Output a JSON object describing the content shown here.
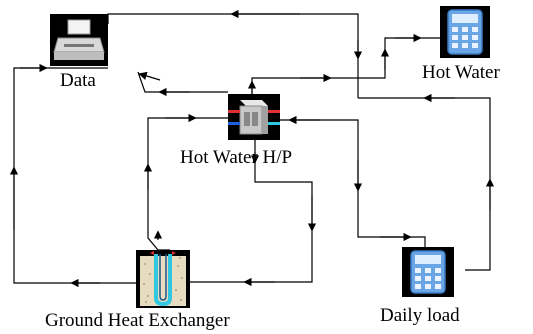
{
  "nodes": {
    "data": {
      "label": "Data",
      "icon": "printer-icon"
    },
    "hot_water": {
      "label": "Hot Water",
      "icon": "calculator-icon"
    },
    "heat_pump": {
      "label": "Hot Water H/P",
      "icon": "heat-pump-icon"
    },
    "daily_load": {
      "label": "Daily load",
      "icon": "calculator-icon"
    },
    "ground_heat_exchanger": {
      "label": "Ground Heat Exchanger",
      "icon": "ground-heat-exchanger-icon"
    }
  },
  "colors": {
    "line": "#000000",
    "icon_background": "#000000",
    "calculator_body": "#6aa6e6",
    "hot_pipe": "#e0302f",
    "cold_pipe": "#2060e0",
    "exchanger_pipe": "#30c8e0",
    "soil": "#e8dcc0"
  }
}
